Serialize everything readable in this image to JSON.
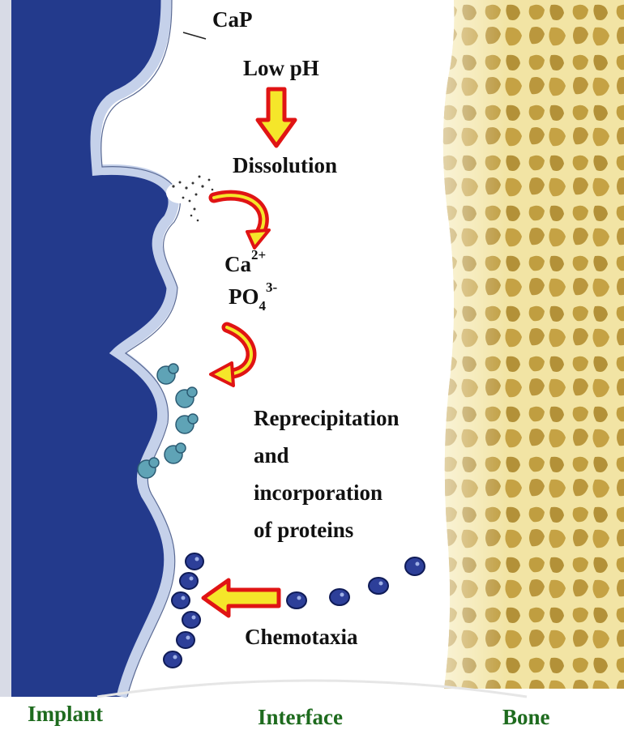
{
  "labels": {
    "cap": "CaP",
    "low_ph": "Low pH",
    "dissolution": "Dissolution",
    "ca": "Ca",
    "ca_charge": "2+",
    "po": "PO",
    "po_sub": "4",
    "po_charge": "3-",
    "reprecipitation": [
      "Reprecipitation",
      "and",
      "incorporation",
      "of proteins"
    ],
    "chemotaxia": "Chemotaxia"
  },
  "regions": {
    "implant": "Implant",
    "interface": "Interface",
    "bone": "Bone"
  },
  "colors": {
    "implant": "#233a8c",
    "coating": "#c5d1ea",
    "bone": "#ecd98c",
    "bone_dark": "#b89232",
    "arrow_fill": "#f5e62a",
    "arrow_stroke": "#e01414",
    "region_text": "#1e6b1e"
  }
}
